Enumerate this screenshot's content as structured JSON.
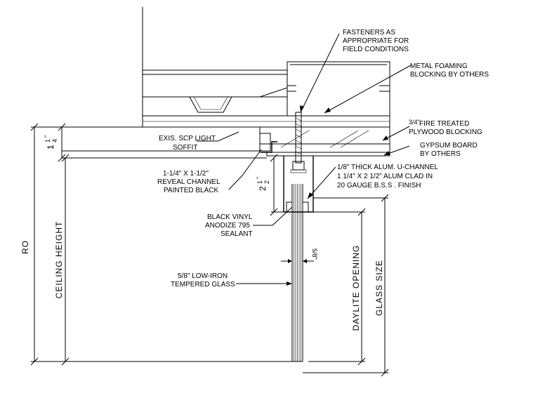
{
  "labels": {
    "fasteners": [
      "FASTENERS AS",
      "APPROPRIATE FOR",
      "FIELD CONDITIONS"
    ],
    "metal_foaming": [
      "METAL FOAMING",
      "BLOCKING BY OTHERS"
    ],
    "fire_treated": [
      "FIRE TREATED",
      "PLYWOOD BLOCKING"
    ],
    "fire_treated_fraction": "3/4\"",
    "scp_soffit": [
      "EXIS. SCP LIGHT",
      "SOFFIT"
    ],
    "gypsum": [
      "GYPSUM BOARD",
      "BY OTHERS"
    ],
    "reveal_channel": [
      "1-1/4\" X 1-1/2\"",
      "REVEAL CHANNEL",
      "PAINTED BLACK"
    ],
    "u_channel": [
      "1/8\" THICK ALUM. U-CHANNEL",
      "1 1/4\" X 2 1/2\" ALUM CLAD IN",
      "20 GAUGE B.S.S . FINISH"
    ],
    "sealant": [
      "BLACK VINYL",
      "ANODIZE 795",
      "SEALANT"
    ],
    "glass": [
      "5/8\" LOW-IRON",
      "TEMPERED GLASS"
    ]
  },
  "dimensions": {
    "ro": "RO",
    "ceiling_height": "CEILING  HEIGHT",
    "daylite_opening": "DAYLITE  OPENING",
    "glass_size": "GLASS  SIZE",
    "dim_1_1_4": {
      "whole": "1",
      "num": "1",
      "den": "4",
      "mark": "\""
    },
    "dim_2_1_2": {
      "whole": "2",
      "num": "1",
      "den": "2",
      "mark": "\""
    },
    "dim_5_8": "5/8\""
  },
  "colors": {
    "line": "#000000",
    "background": "#ffffff"
  }
}
